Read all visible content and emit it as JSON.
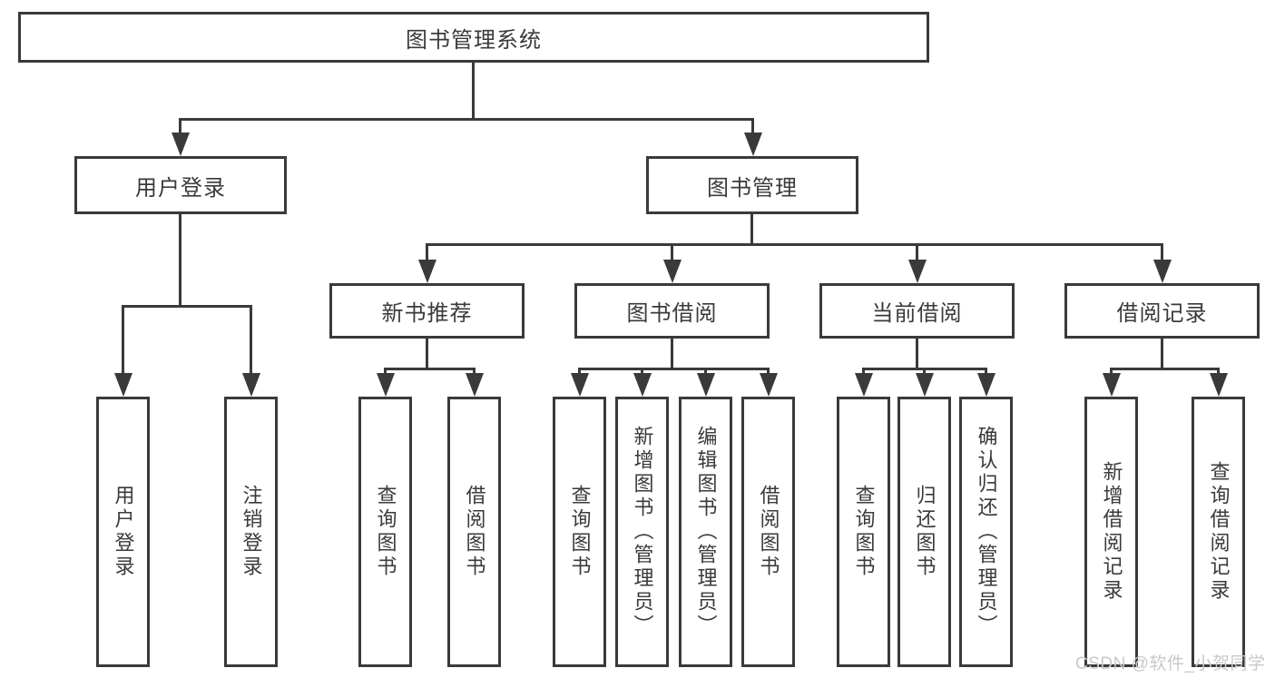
{
  "diagram": {
    "type": "hierarchy",
    "root": {
      "label": "图书管理系统"
    },
    "level2": [
      {
        "label": "用户登录"
      },
      {
        "label": "图书管理"
      }
    ],
    "level3": [
      {
        "label": "新书推荐",
        "parent": "图书管理"
      },
      {
        "label": "图书借阅",
        "parent": "图书管理"
      },
      {
        "label": "当前借阅",
        "parent": "图书管理"
      },
      {
        "label": "借阅记录",
        "parent": "图书管理"
      }
    ],
    "leaves": [
      {
        "label": "用户登录",
        "parent": "用户登录"
      },
      {
        "label": "注销登录",
        "parent": "用户登录"
      },
      {
        "label": "查询图书",
        "parent": "新书推荐"
      },
      {
        "label": "借阅图书",
        "parent": "新书推荐"
      },
      {
        "label": "查询图书",
        "parent": "图书借阅"
      },
      {
        "label": "新增图书（管理员）",
        "parent": "图书借阅"
      },
      {
        "label": "编辑图书（管理员）",
        "parent": "图书借阅"
      },
      {
        "label": "借阅图书",
        "parent": "图书借阅"
      },
      {
        "label": "查询图书",
        "parent": "当前借阅"
      },
      {
        "label": "归还图书",
        "parent": "当前借阅"
      },
      {
        "label": "确认归还（管理员）",
        "parent": "当前借阅"
      },
      {
        "label": "新增借阅记录",
        "parent": "借阅记录"
      },
      {
        "label": "查询借阅记录",
        "parent": "借阅记录"
      }
    ],
    "colors": {
      "line": "#3a3a3a",
      "box_bg": "#ffffff",
      "text": "#3a3a3a",
      "watermark": "#c9c9c9"
    }
  },
  "watermark": {
    "text": "CSDN @软件_小贺同学"
  }
}
